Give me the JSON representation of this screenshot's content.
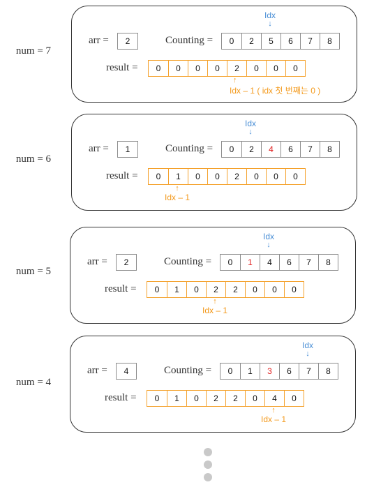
{
  "labels": {
    "arr": "arr =",
    "counting": "Counting =",
    "result": "result ="
  },
  "steps": [
    {
      "num_label": "num = 7",
      "arr_value": "2",
      "counting": [
        "0",
        "2",
        "5",
        "6",
        "7",
        "8"
      ],
      "counting_red": [],
      "result": [
        "0",
        "0",
        "0",
        "0",
        "2",
        "0",
        "0",
        "0"
      ],
      "idx_label": "Idx",
      "idx_arrow": "↓",
      "result_arrow": "↑",
      "result_label": "Idx – 1 ( idx 첫 번째는 0 )"
    },
    {
      "num_label": "num = 6",
      "arr_value": "1",
      "counting": [
        "0",
        "2",
        "4",
        "6",
        "7",
        "8"
      ],
      "counting_red": [
        2
      ],
      "result": [
        "0",
        "1",
        "0",
        "0",
        "2",
        "0",
        "0",
        "0"
      ],
      "idx_label": "Idx",
      "idx_arrow": "↓",
      "result_arrow": "↑",
      "result_label": "Idx – 1"
    },
    {
      "num_label": "num = 5",
      "arr_value": "2",
      "counting": [
        "0",
        "1",
        "4",
        "6",
        "7",
        "8"
      ],
      "counting_red": [
        1
      ],
      "result": [
        "0",
        "1",
        "0",
        "2",
        "2",
        "0",
        "0",
        "0"
      ],
      "idx_label": "Idx",
      "idx_arrow": "↓",
      "result_arrow": "↑",
      "result_label": "Idx – 1"
    },
    {
      "num_label": "num = 4",
      "arr_value": "4",
      "counting": [
        "0",
        "1",
        "3",
        "6",
        "7",
        "8"
      ],
      "counting_red": [
        2
      ],
      "result": [
        "0",
        "1",
        "0",
        "2",
        "2",
        "0",
        "4",
        "0"
      ],
      "idx_label": "Idx",
      "idx_arrow": "↓",
      "result_arrow": "↑",
      "result_label": "Idx – 1"
    }
  ],
  "colors": {
    "idx": "#4a8fd6",
    "result_pointer": "#f39a1d",
    "changed_value": "#e02020",
    "result_border": "#f4a12b"
  },
  "continuation": "three vertical gray dots"
}
